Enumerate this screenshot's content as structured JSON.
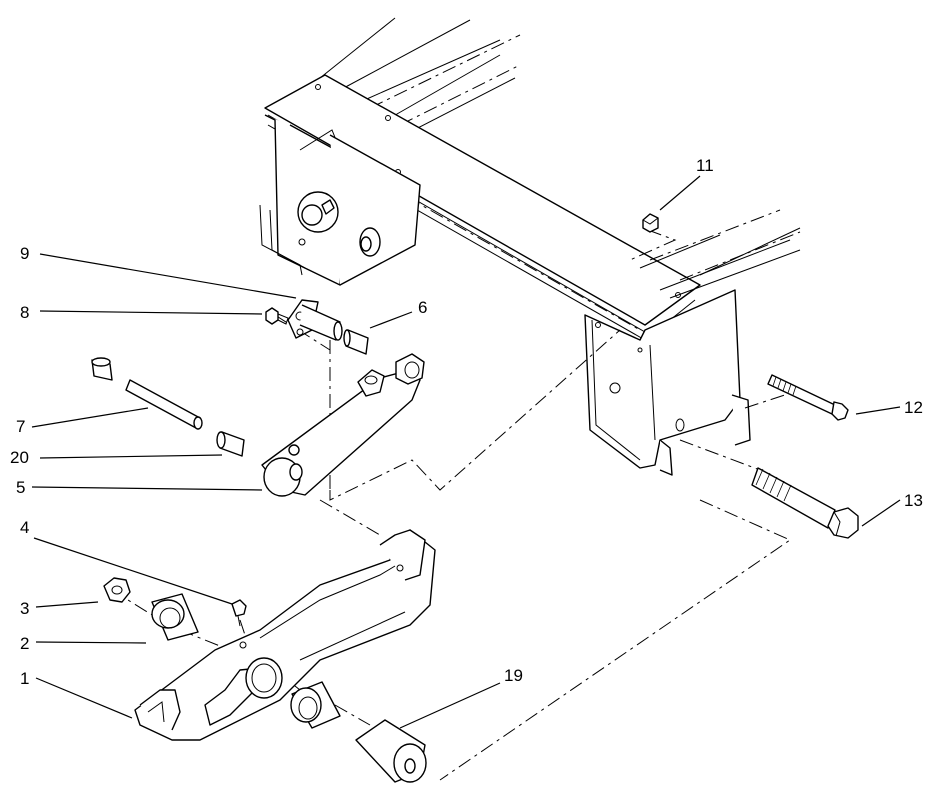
{
  "callouts": [
    {
      "id": "c1",
      "label": "1"
    },
    {
      "id": "c2",
      "label": "2"
    },
    {
      "id": "c3",
      "label": "3"
    },
    {
      "id": "c4",
      "label": "4"
    },
    {
      "id": "c5",
      "label": "5"
    },
    {
      "id": "c6",
      "label": "6"
    },
    {
      "id": "c7",
      "label": "7"
    },
    {
      "id": "c8",
      "label": "8"
    },
    {
      "id": "c9",
      "label": "9"
    },
    {
      "id": "c11",
      "label": "11"
    },
    {
      "id": "c12",
      "label": "12"
    },
    {
      "id": "c13",
      "label": "13"
    },
    {
      "id": "c19",
      "label": "19"
    },
    {
      "id": "c20",
      "label": "20"
    }
  ]
}
